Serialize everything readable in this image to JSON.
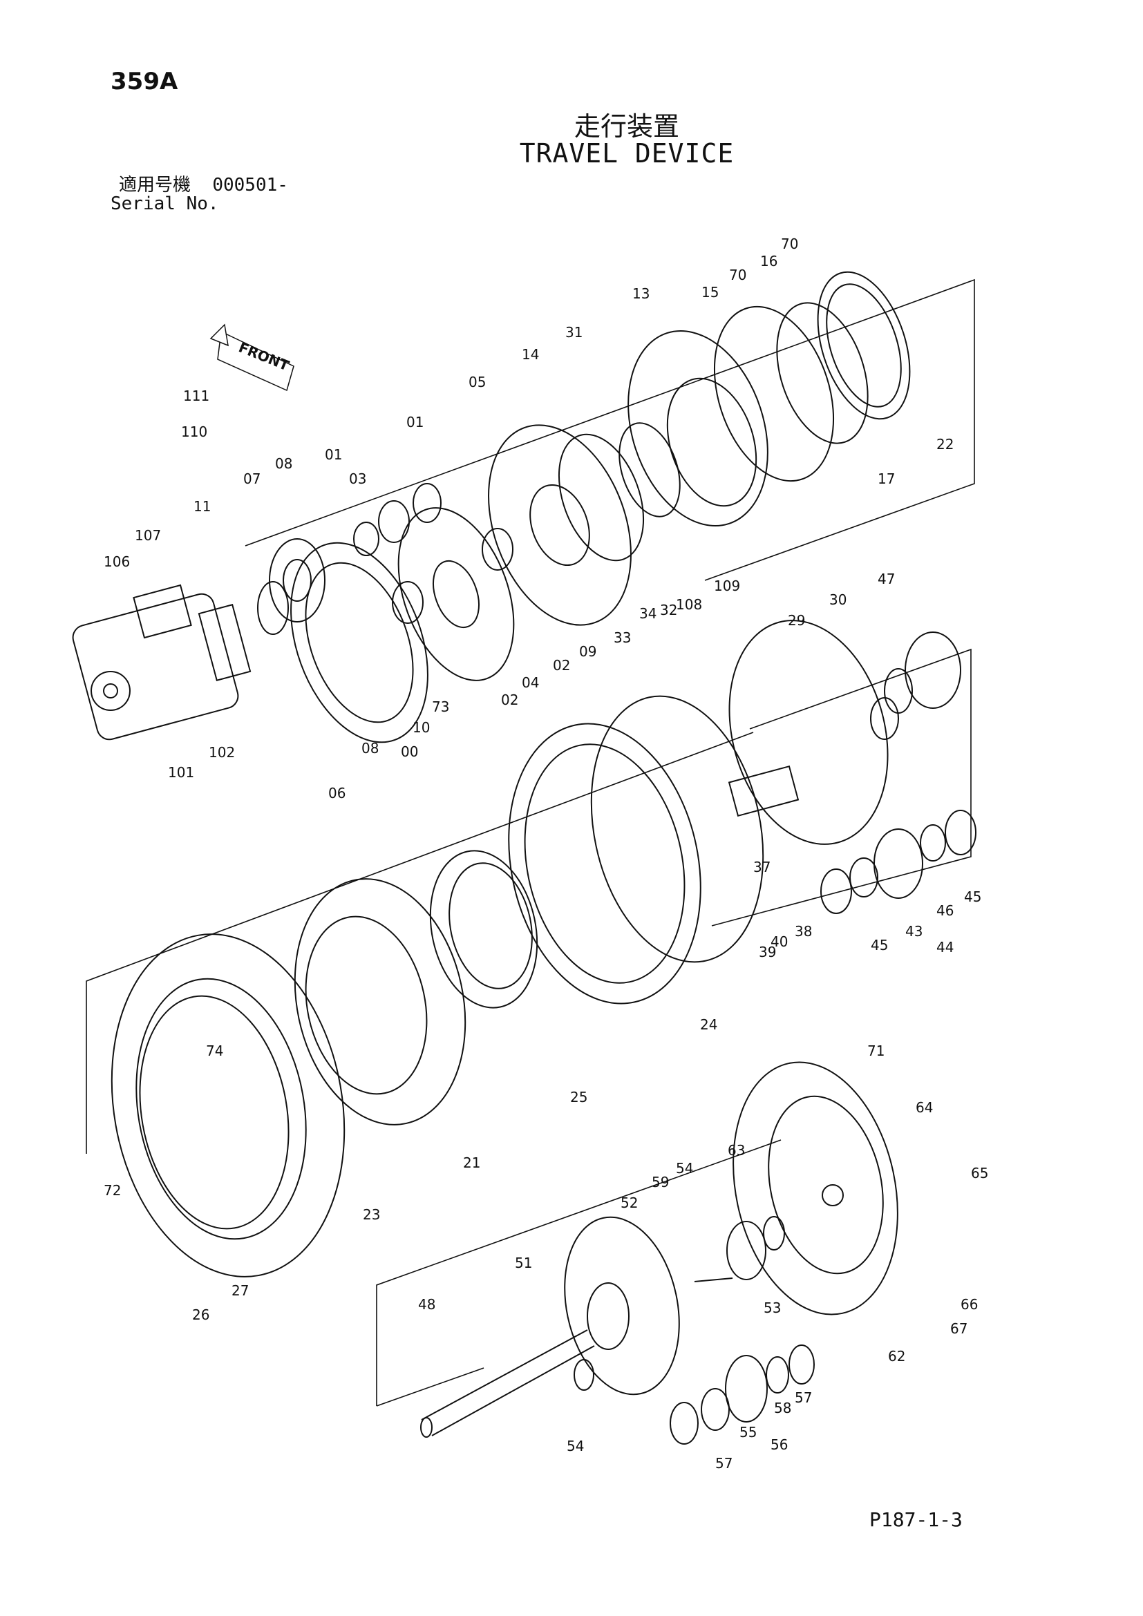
{
  "page_id": "359A",
  "title_ja": "走行装置",
  "title_en": "TRAVEL DEVICE",
  "serial_ja": "適用号機",
  "serial_en": "Serial No.",
  "serial_value": "000501-",
  "front_label": "FRONT",
  "page_number": "P187-1-3",
  "callouts": [
    "359A",
    "70",
    "70",
    "16",
    "13",
    "15",
    "31",
    "14",
    "05",
    "01",
    "01",
    "03",
    "22",
    "17",
    "111",
    "110",
    "08",
    "07",
    "11",
    "107",
    "106",
    "47",
    "30",
    "29",
    "33",
    "34",
    "32",
    "108",
    "109",
    "09",
    "02",
    "04",
    "02",
    "73",
    "10",
    "00",
    "08",
    "06",
    "101",
    "102",
    "37",
    "40",
    "38",
    "39",
    "45",
    "46",
    "45",
    "43",
    "44",
    "24",
    "25",
    "74",
    "21",
    "71",
    "64",
    "65",
    "63",
    "54",
    "59",
    "52",
    "51",
    "48",
    "53",
    "72",
    "23",
    "27",
    "26",
    "62",
    "66",
    "67",
    "54",
    "55",
    "58",
    "57",
    "57",
    "56"
  ]
}
